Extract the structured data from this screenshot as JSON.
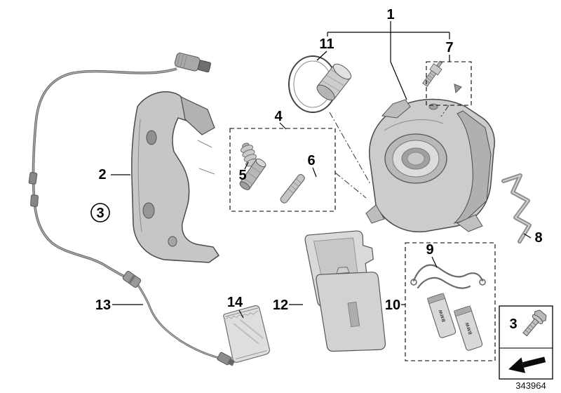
{
  "diagram": {
    "callouts": {
      "caliper_assembly": "1",
      "carrier": "2",
      "carrier_bolt_ref": "3",
      "guide_kit": "4",
      "guide_bushing": "5",
      "guide_pin": "6",
      "bleeder": "7",
      "anti_rattle_clip": "8",
      "retaining_spring": "9",
      "repair_kit": "10",
      "seal_kit": "11",
      "brake_pads": "12",
      "wear_sensor": "13",
      "grease": "14",
      "bolt_box": "3"
    },
    "markings": {
      "pad_plate_brand": "BMW"
    },
    "footer": {
      "diagram_number": "343964"
    }
  }
}
